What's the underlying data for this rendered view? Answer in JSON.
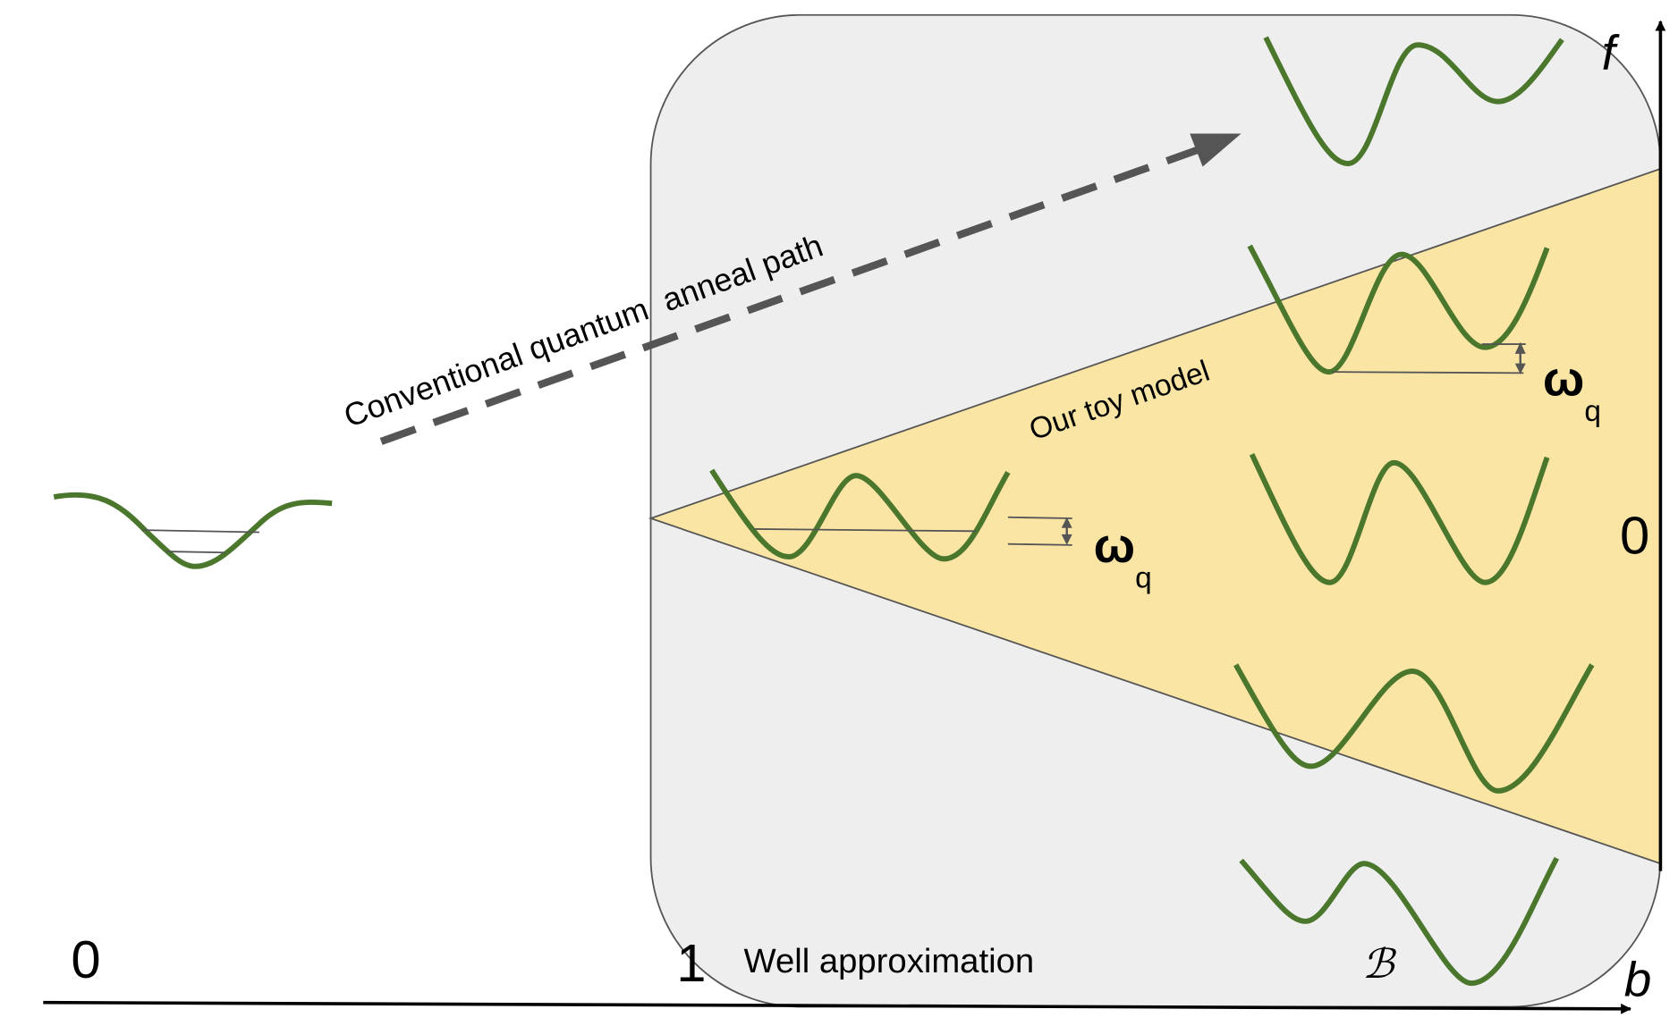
{
  "axes": {
    "vertical_label": "f",
    "horizontal_label": "b",
    "origin_left": "0",
    "tick_one": "1",
    "right_zero": "0"
  },
  "labels": {
    "conventional_path": "Conventional quantum  anneal path",
    "toy_model": "Our toy model",
    "well_approximation": "Well approximation",
    "region_symbol": "ℬ",
    "omega": "ω",
    "omega_sub": "q"
  },
  "colors": {
    "well_stroke": "#4a772c",
    "region_fill": "#eeeeee",
    "toy_model_fill": "#fae5a5",
    "arrow": "#555555"
  }
}
